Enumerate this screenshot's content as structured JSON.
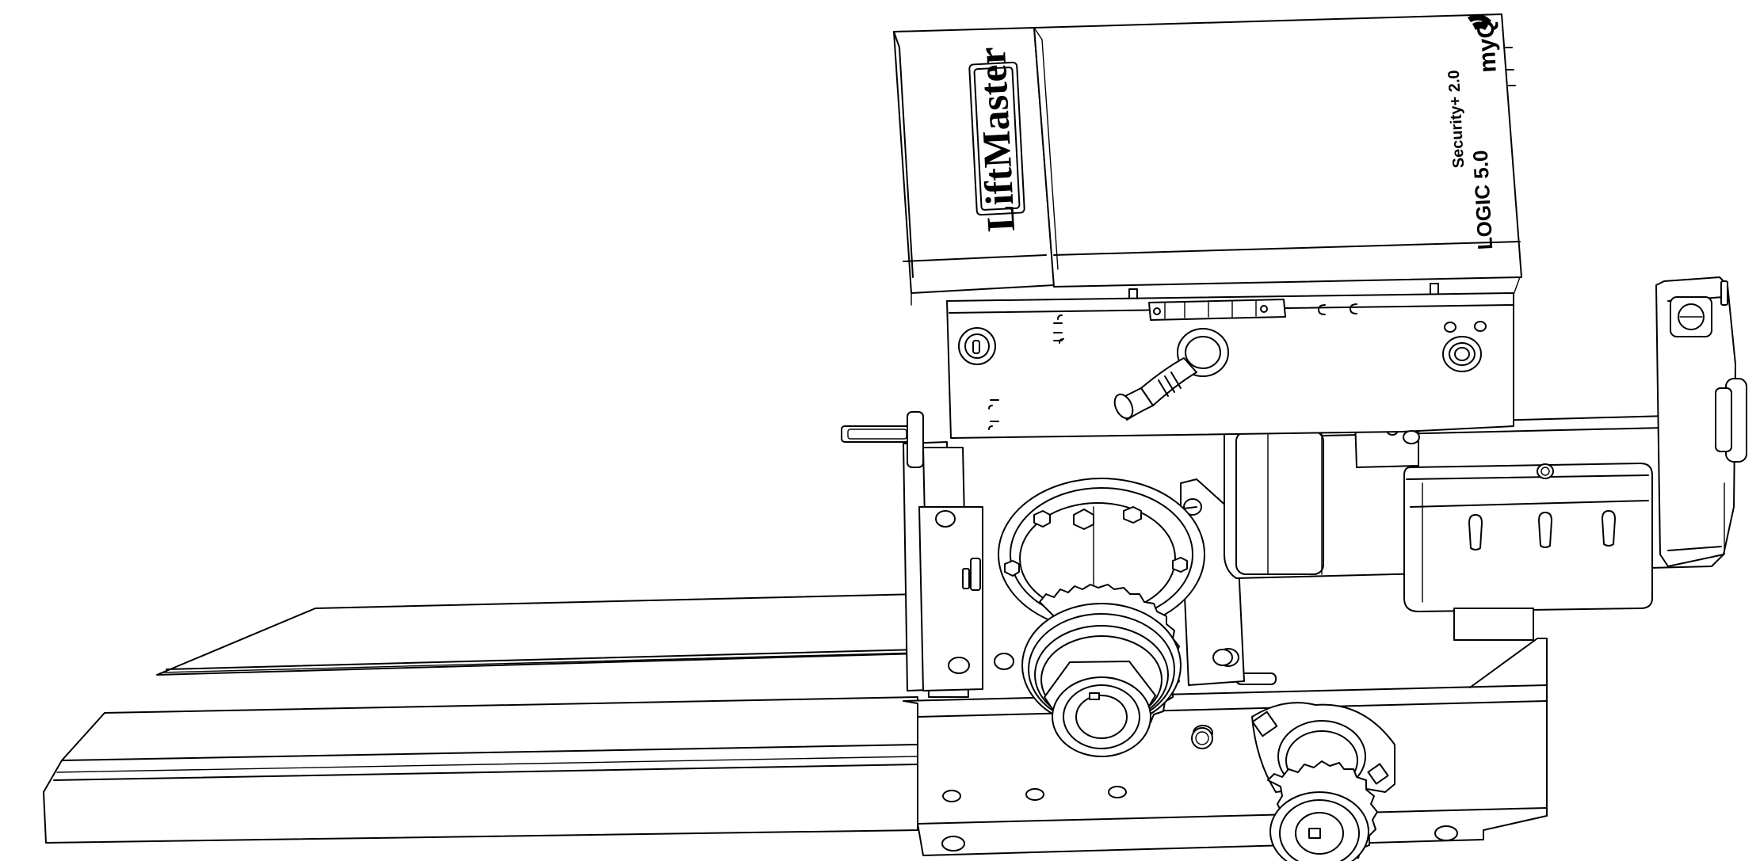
{
  "drawing": {
    "line_color": "#000000",
    "background_color": "#ffffff"
  },
  "labels": {
    "brand": "LiftMaster",
    "model": "LOGIC 5.0",
    "security": "Security+ 2.0",
    "myq": "myQ"
  },
  "icons": {
    "wireless": "wifi-icon"
  }
}
